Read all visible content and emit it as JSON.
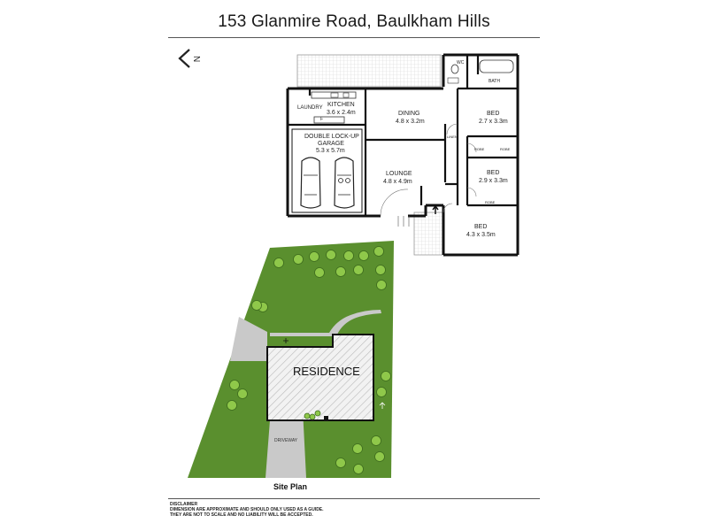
{
  "header": {
    "title": "153 Glanmire Road, Baulkham Hills"
  },
  "compass": {
    "label": "N",
    "icon": "north-arrow-icon"
  },
  "floorplan": {
    "rooms": {
      "kitchen": {
        "name": "KITCHEN",
        "size": "3.6 x 2.4m"
      },
      "laundry": {
        "name": "LAUNDRY"
      },
      "garage": {
        "name_line1": "DOUBLE LOCK-UP",
        "name_line2": "GARAGE",
        "size": "5.3 x 5.7m"
      },
      "dining": {
        "name": "DINING",
        "size": "4.8 x 3.2m"
      },
      "lounge": {
        "name": "LOUNGE",
        "size": "4.8 x 4.9m"
      },
      "wc": {
        "name": "WC"
      },
      "bath": {
        "name": "BATH"
      },
      "bed1": {
        "name": "BED",
        "size": "2.7 x 3.3m"
      },
      "bed2": {
        "name": "BED",
        "size": "2.9 x 3.3m"
      },
      "bed3": {
        "name": "BED",
        "size": "4.3 x 3.5m"
      },
      "linen": {
        "name": "LINEN"
      },
      "robe": {
        "name": "ROBE"
      }
    },
    "fridge_label": "F"
  },
  "siteplan": {
    "residence": "RESIDENCE",
    "driveway": "DRIVEWAY",
    "caption": "Site Plan",
    "colors": {
      "lawn": "#5a8f2e",
      "paving": "#c9c9c9",
      "tree": "#8fc84a"
    }
  },
  "disclaimer": {
    "heading": "DISCLAIMER",
    "line1": "DIMENSION ARE APPROXIMATE AND SHOULD ONLY USED AS A  GUIDE.",
    "line2": "THEY ARE NOT TO SCALE AND NO LIABILITY WILL BE ACCEPTED."
  }
}
